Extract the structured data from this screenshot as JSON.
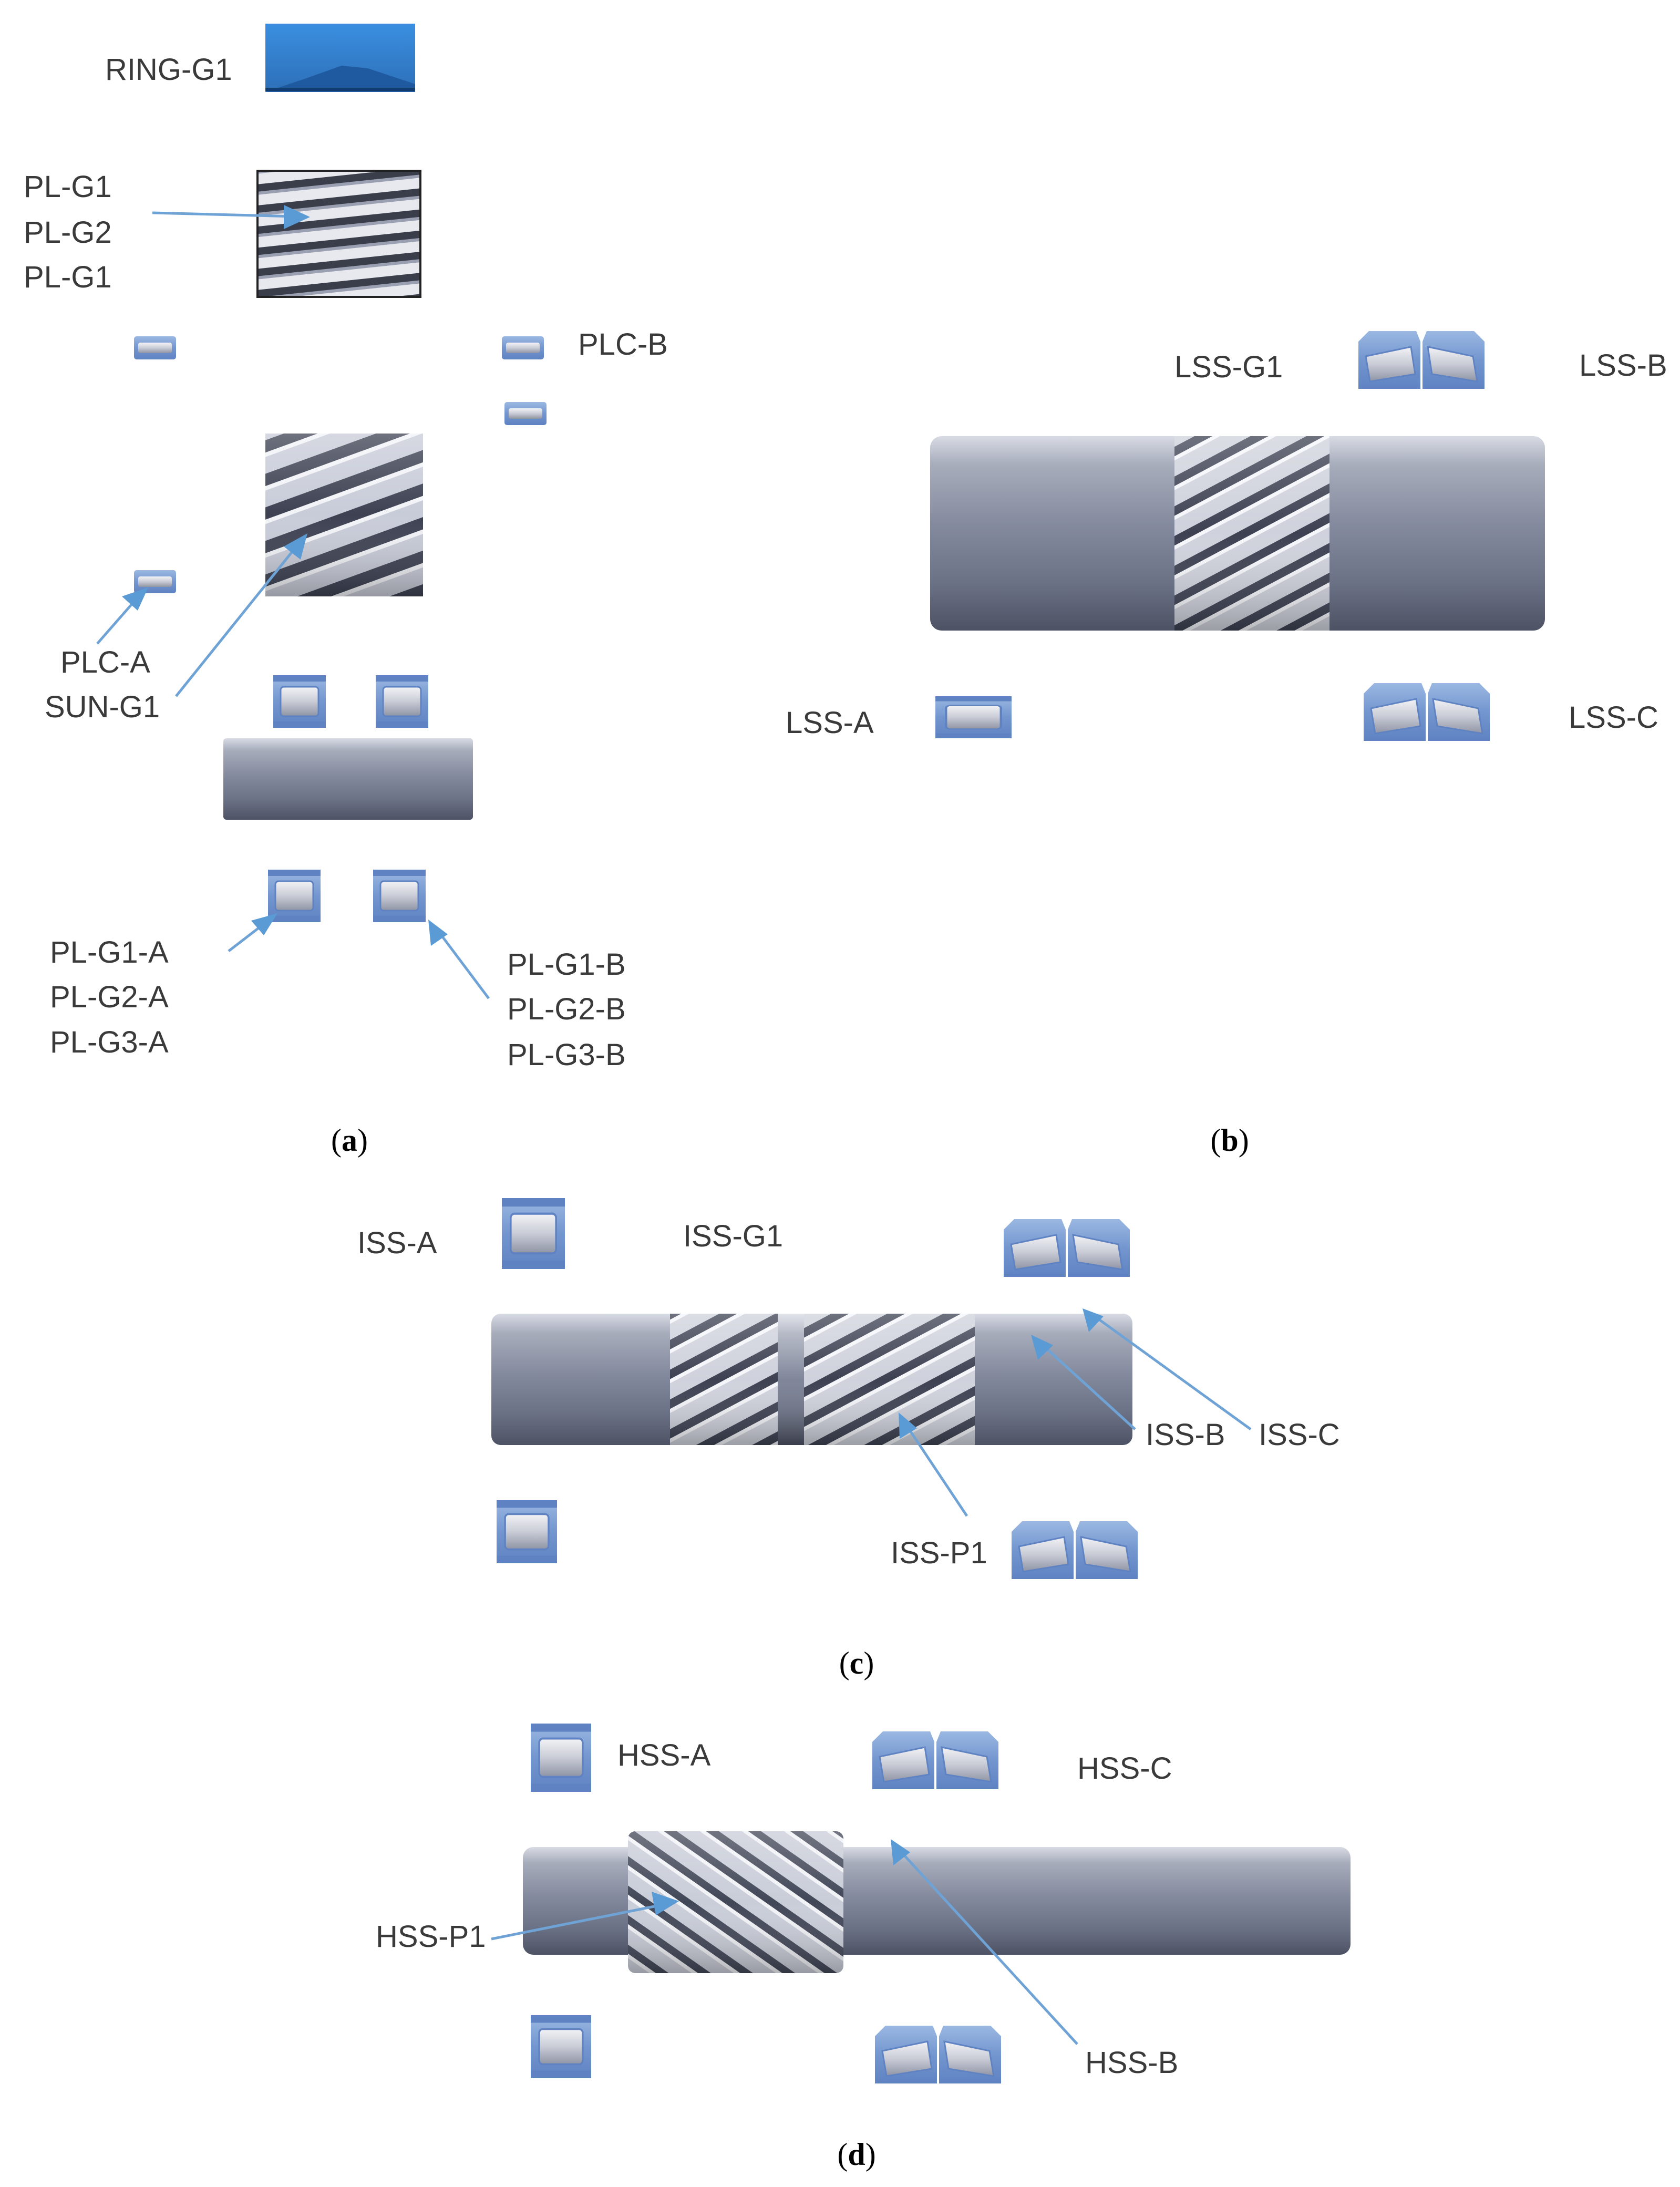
{
  "panel_a": {
    "caption_letter": "a",
    "ring_gear": "RING-G1",
    "planet_gears": [
      "PL-G1",
      "PL-G2",
      "PL-G1"
    ],
    "carrier_bearing_b": "PLC-B",
    "carrier_bearing_a": "PLC-A",
    "sun_gear": "SUN-G1",
    "planet_bearings_a": [
      "PL-G1-A",
      "PL-G2-A",
      "PL-G3-A"
    ],
    "planet_bearings_b": [
      "PL-G1-B",
      "PL-G2-B",
      "PL-G3-B"
    ]
  },
  "panel_b": {
    "caption_letter": "b",
    "gear": "LSS-G1",
    "bearing_a": "LSS-A",
    "bearing_b": "LSS-B",
    "bearing_c": "LSS-C"
  },
  "panel_c": {
    "caption_letter": "c",
    "gear": "ISS-G1",
    "bearing_a": "ISS-A",
    "bearing_b": "ISS-B",
    "bearing_c": "ISS-C",
    "pinion": "ISS-P1"
  },
  "panel_d": {
    "caption_letter": "d",
    "bearing_a": "HSS-A",
    "bearing_b": "HSS-B",
    "bearing_c": "HSS-C",
    "pinion": "HSS-P1"
  },
  "colors": {
    "bearing_blue": "#7fa2d6",
    "shaft_gray": "#8e95a8",
    "ring_blue": "#3f8fdc",
    "arrow_blue": "#5b9bd5"
  }
}
